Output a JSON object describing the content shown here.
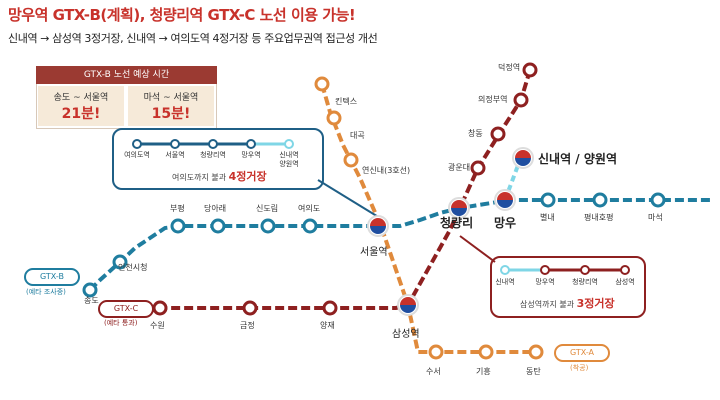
{
  "header": {
    "title": "망우역 GTX-B(계획), 청량리역 GTX-C 노선 이용 가능!",
    "subtitle": "신내역 → 삼성역 3정거장, 신내역 → 여의도역 4정거장 등 주요업무권역 접근성 개선"
  },
  "estimate": {
    "heading": "GTX-B 노선 예상 시간",
    "items": [
      {
        "route": "송도 ~ 서울역",
        "time": "21분!"
      },
      {
        "route": "마석 ~ 서울역",
        "time": "15분!"
      }
    ]
  },
  "callout_b": {
    "stations": [
      "여의도역",
      "서울역",
      "청량리역",
      "망우역",
      "신내역\n양원역"
    ],
    "note_prefix": "여의도까지 불과",
    "note_value": "4정거장"
  },
  "callout_c": {
    "stations": [
      "신내역",
      "망우역",
      "청량리역",
      "삼성역"
    ],
    "note_prefix": "삼성역까지 불과",
    "note_value": "3정거장"
  },
  "lines": {
    "gtx_b": {
      "name": "GTX-B",
      "status": "(예타 조사중)",
      "color": "#1f7d9f"
    },
    "gtx_c": {
      "name": "GTX-C",
      "status": "(예타 통과)",
      "color": "#8e2020"
    },
    "gtx_a": {
      "name": "GTX-A",
      "status": "(착공)",
      "color": "#e08a3c"
    },
    "connector_color": "#7fd6e6"
  },
  "stations": {
    "b_songdo": "송도",
    "b_incheon": "인천시청",
    "b_bupyeong": "부평",
    "b_dangsan": "당아래",
    "b_sindorim": "신도림",
    "b_yeouido": "여의도",
    "b_seoul": "서울역",
    "b_cheongnyangni": "청량리",
    "b_mangu": "망우",
    "b_byeollae": "별내",
    "b_pyeongnae": "평내호평",
    "b_maseok": "마석",
    "a_kintex": "킨텍스",
    "a_daegok": "대곡",
    "a_yeonsinnae": "연신내(3호선)",
    "a_samseong": "삼성역",
    "a_suseo": "수서",
    "a_giheung": "기흥",
    "a_dongtan": "동탄",
    "c_deokjeong": "덕정역",
    "c_uijeongbu": "의정부역",
    "c_changdong": "창동",
    "c_gwangundae": "광운대",
    "c_suwon": "수원",
    "c_geumjeong": "금정",
    "c_yangjae": "양재",
    "sinnae": "신내역 / 양원역"
  }
}
